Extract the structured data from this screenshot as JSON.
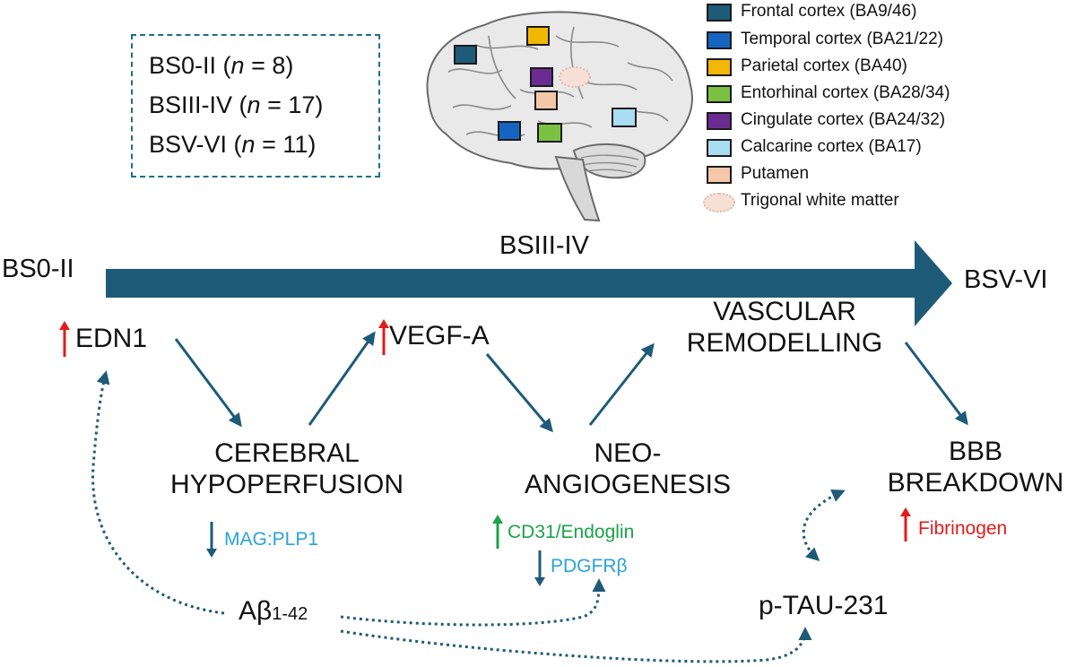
{
  "stages_box": {
    "lines": [
      {
        "label": "BS0-II (",
        "n": "n",
        "rest": " = 8)"
      },
      {
        "label": "BSIII-IV (",
        "n": "n",
        "rest": " = 17)"
      },
      {
        "label": "BSV-VI (",
        "n": "n",
        "rest": " = 11)"
      }
    ]
  },
  "legend": [
    {
      "label": "Frontal cortex (BA9/46)",
      "color": "#1e5b79"
    },
    {
      "label": "Temporal cortex (BA21/22)",
      "color": "#1565c0"
    },
    {
      "label": "Parietal cortex (BA40)",
      "color": "#f2b705"
    },
    {
      "label": "Entorhinal cortex (BA28/34)",
      "color": "#7bc142"
    },
    {
      "label": "Cingulate cortex (BA24/32)",
      "color": "#6a2c91"
    },
    {
      "label": "Calcarine cortex (BA17)",
      "color": "#a8ddf2"
    },
    {
      "label": "Putamen",
      "color": "#f4c7a8"
    },
    {
      "label": "Trigonal white matter",
      "color": "#f6e0d6"
    }
  ],
  "timeline": {
    "start": "BS0-II",
    "middle": "BSIII-IV",
    "end": "BSV-VI"
  },
  "nodes": {
    "edn1": "EDN1",
    "hypoperfusion_1": "CEREBRAL",
    "hypoperfusion_2": "HYPOPERFUSION",
    "vegf": "VEGF-A",
    "neo_1": "NEO-",
    "neo_2": "ANGIOGENESIS",
    "vascular_1": "VASCULAR",
    "vascular_2": "REMODELLING",
    "bbb_1": "BBB",
    "bbb_2": "BREAKDOWN",
    "abeta_main": "Aβ",
    "abeta_sub": "1-42",
    "ptau": "p-TAU-231"
  },
  "markers": {
    "mag_plp1": "MAG:PLP1",
    "cd31": "CD31/Endoglin",
    "pdgfrb": "PDGFRβ",
    "fibrinogen": "Fibrinogen"
  },
  "colors": {
    "arrow": "#1e5b79",
    "up_red": "#e31b1b",
    "up_green": "#1aa34a",
    "down": "#1e5b79",
    "light_blue_text": "#29a3d9",
    "green_text": "#1aa34a",
    "red_text": "#e31b1b"
  }
}
